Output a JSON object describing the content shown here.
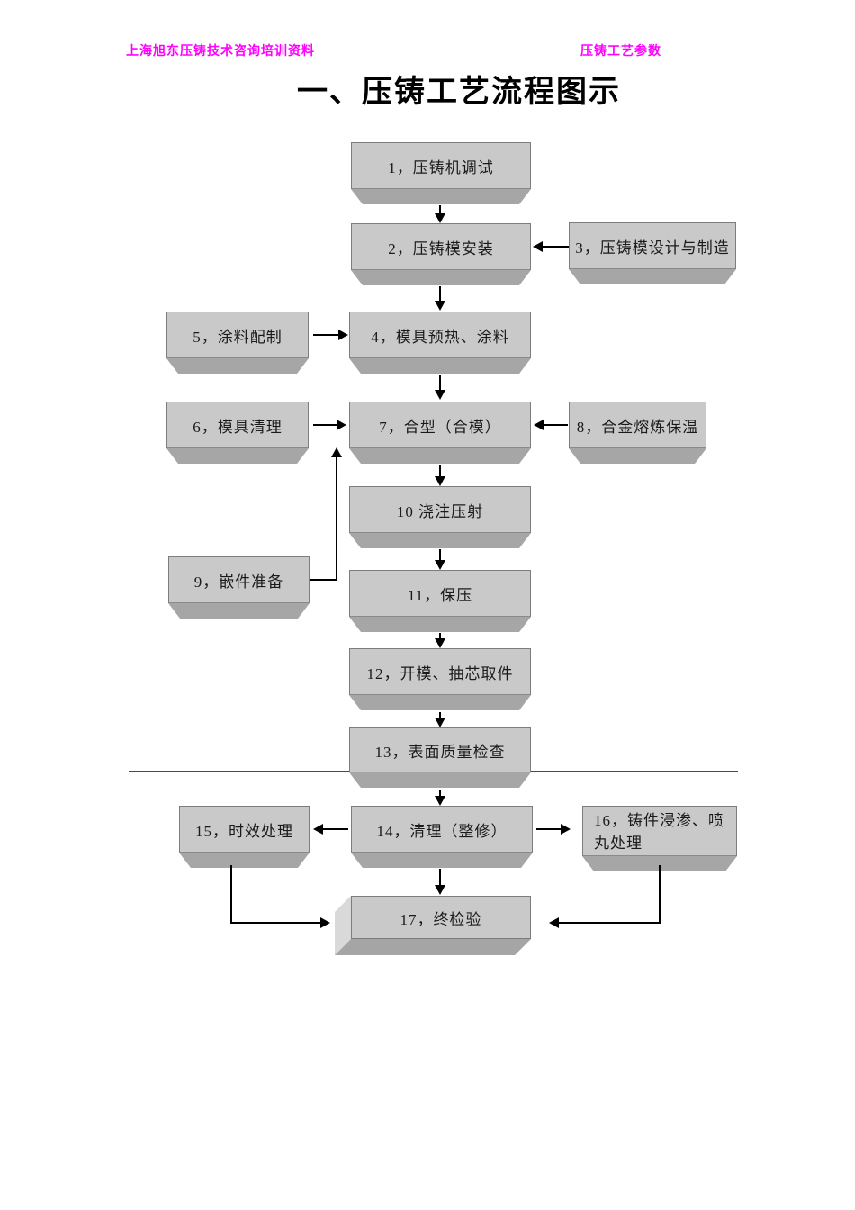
{
  "header": {
    "left": "上海旭东压铸技术咨询培训资料",
    "right": "压铸工艺参数"
  },
  "title": "一、压铸工艺流程图示",
  "colors": {
    "header_text": "#ff00ff",
    "box_fill": "#c9c9c9",
    "box_bevel": "#a6a6a6",
    "box_border": "#7d7d7d",
    "connector": "#000000",
    "divider": "#4a4a4a"
  },
  "flow": {
    "boxes": {
      "b1": {
        "label": "1，压铸机调试"
      },
      "b2": {
        "label": "2，压铸模安装"
      },
      "b3": {
        "label": "3，压铸模设计与制造"
      },
      "b4": {
        "label": "4，模具预热、涂料"
      },
      "b5": {
        "label": "5，涂料配制"
      },
      "b6": {
        "label": "6，模具清理"
      },
      "b7": {
        "label": "7，合型（合模）"
      },
      "b8": {
        "label": "8，合金熔炼保温"
      },
      "b9": {
        "label": "9，嵌件准备"
      },
      "b10": {
        "label": "10 浇注压射"
      },
      "b11": {
        "label": "11，保压"
      },
      "b12": {
        "label": "12，开模、抽芯取件"
      },
      "b13": {
        "label": "13，表面质量检查"
      },
      "b14": {
        "label": "14，清理（整修）"
      },
      "b15": {
        "label": "15，时效处理"
      },
      "b16": {
        "label": "16，铸件浸渗、喷丸处理"
      },
      "b17": {
        "label": "17，终检验"
      }
    },
    "edges": [
      "1→2",
      "3→2",
      "2→4",
      "5→4",
      "4→7",
      "6→7",
      "8→7",
      "9→7",
      "7→10",
      "10→11",
      "11→12",
      "12→13",
      "13→14",
      "14→15",
      "14→16",
      "14→17",
      "15→17",
      "16→17"
    ]
  }
}
